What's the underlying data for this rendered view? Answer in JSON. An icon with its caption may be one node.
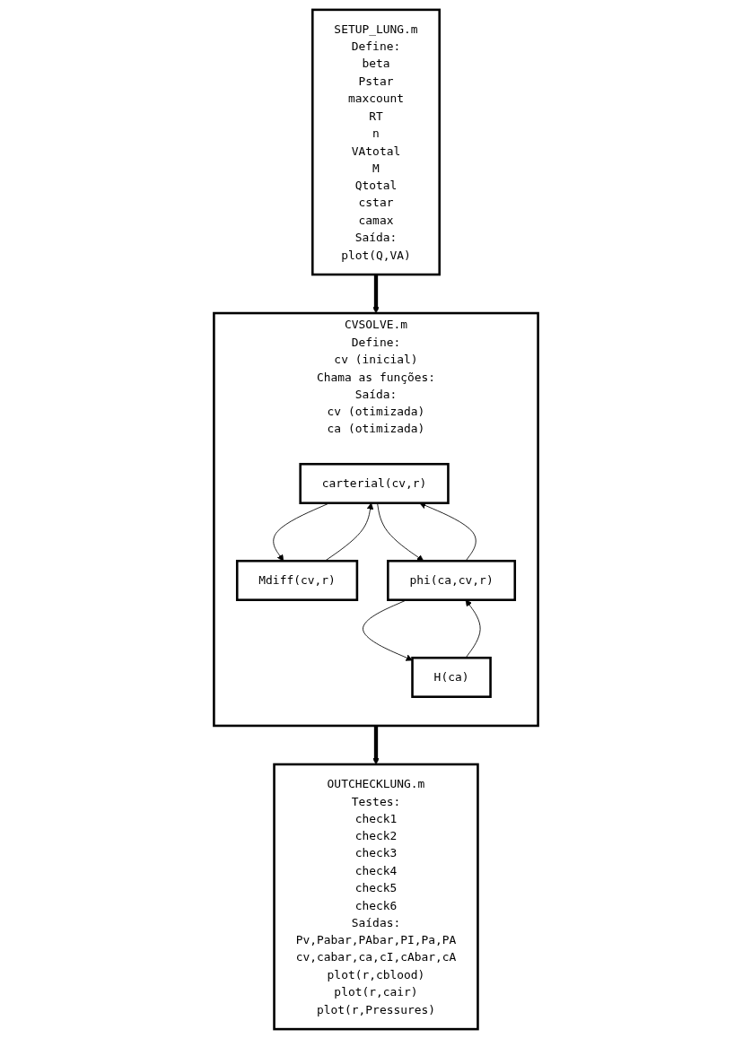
{
  "diagram": {
    "nodes": [
      {
        "text": [
          "SETUP_LUNG.m",
          "Define:",
          "beta",
          "Pstar",
          "maxcount",
          "RT",
          "n",
          "VAtotal",
          "M",
          "Qtotal",
          "cstar",
          "camax",
          "Saída:",
          "plot(Q,VA)"
        ]
      },
      {
        "text": [
          "CVSOLVE.m",
          "Define:",
          "cv (inicial)",
          "Chama as funções:",
          "Saída:",
          "cv (otimizada)",
          "ca (otimizada)"
        ]
      },
      {
        "text": [
          "carterial(cv,r)"
        ],
        "in": 1
      },
      {
        "text": [
          "Mdiff(cv,r)"
        ],
        "in": 1
      },
      {
        "text": [
          "phi(ca,cv,r)"
        ],
        "in": 1
      },
      {
        "text": [
          "H(ca)"
        ],
        "in": 1
      },
      {
        "text": [
          "OUTCHECKLUNG.m",
          "Testes:",
          "check1",
          "check2",
          "check3",
          "check4",
          "check5",
          "check6",
          "Saídas:",
          "Pv,Pabar,PAbar,PI,Pa,PA",
          "cv,cabar,ca,cI,cAbar,cA",
          "plot(r,cblood)",
          "plot(r,cair)",
          "plot(r,Pressures)"
        ]
      }
    ],
    "edges": [
      {
        "from": 0,
        "to": 1,
        "arrow": "to",
        "style": "thick"
      },
      {
        "from": 3,
        "to": 2,
        "arrow": "to"
      },
      {
        "from": 2,
        "to": 3,
        "arrow": "to"
      },
      {
        "from": 4,
        "to": 2,
        "arrow": "to"
      },
      {
        "from": 2,
        "to": 4,
        "arrow": "to"
      },
      {
        "from": 5,
        "to": 4,
        "arrow": "to"
      },
      {
        "from": 4,
        "to": 5,
        "arrow": "to"
      },
      {
        "from": 1,
        "to": 6,
        "arrow": "to",
        "style": "thick"
      }
    ]
  }
}
